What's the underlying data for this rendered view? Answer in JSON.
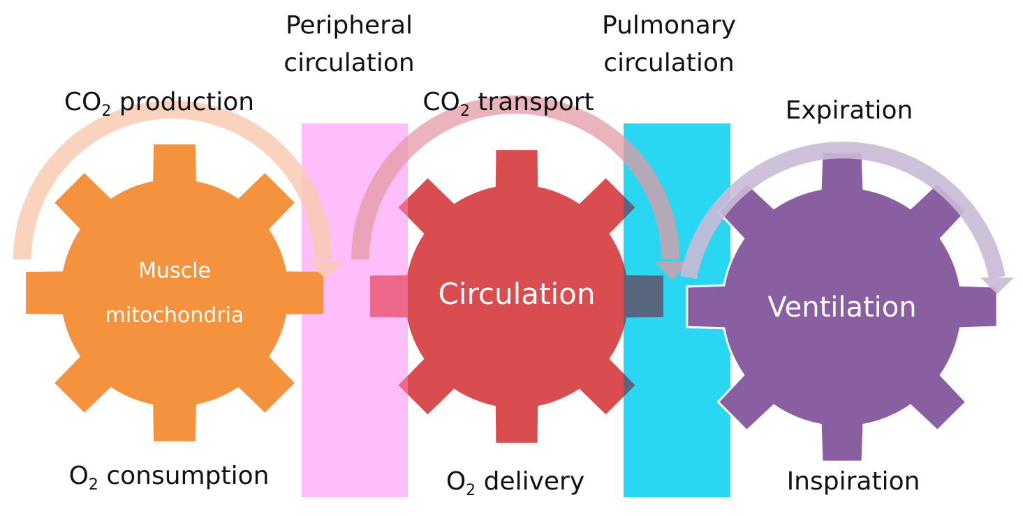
{
  "colors": {
    "muscle_gear": "#f5923e",
    "circulation_gear": "#d94c4f",
    "ventilation_gear": "#8a5fa1",
    "peripheral_band": "#fdbefb",
    "pulmonary_band": "#2ad7f3",
    "arrow_muscle": "#f9cbb4",
    "arrow_circulation": "#e49aa4",
    "arrow_ventilation": "#c9bad6",
    "overlap_pink": "#ff7fbf",
    "overlap_blue": "#3f6a86",
    "text": "#111111"
  },
  "gears": [
    {
      "name": "muscle",
      "lines": [
        "Muscle",
        "mitochondria"
      ]
    },
    {
      "name": "circulation",
      "lines": [
        "Circulation"
      ]
    },
    {
      "name": "ventilation",
      "lines": [
        "Ventilation"
      ]
    }
  ],
  "bands": {
    "peripheral": {
      "line1": "Peripheral",
      "line2": "circulation"
    },
    "pulmonary": {
      "line1": "Pulmonary",
      "line2": "circulation"
    }
  },
  "labels": {
    "muscle_top": {
      "prefix": "CO",
      "sub": "2",
      "suffix": " production"
    },
    "muscle_bottom": {
      "prefix": "O",
      "sub": "2",
      "suffix": " consumption"
    },
    "circulation_top": {
      "prefix": "CO",
      "sub": "2",
      "suffix": " transport"
    },
    "circulation_bottom": {
      "prefix": "O",
      "sub": "2",
      "suffix": " delivery"
    },
    "ventilation_top": "Expiration",
    "ventilation_bottom": "Inspiration"
  }
}
